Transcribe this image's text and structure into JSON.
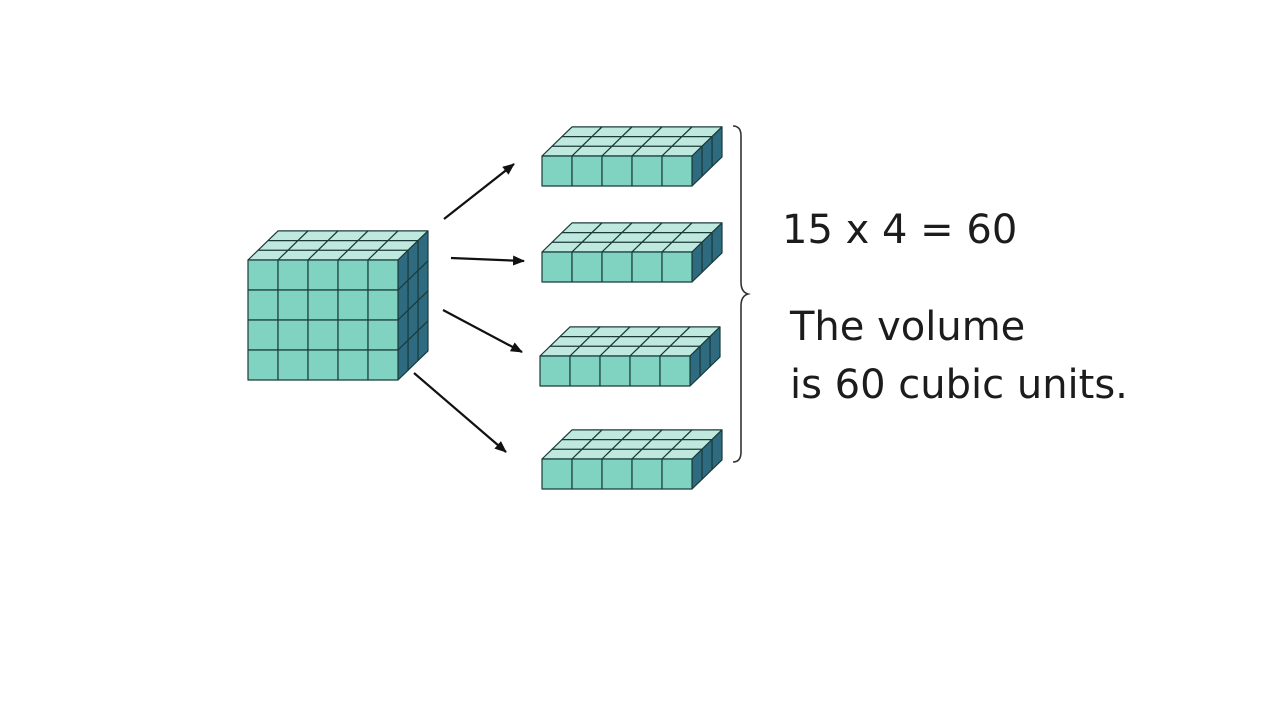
{
  "equation": "15 x 4 = 60",
  "statement": {
    "line1": "The volume",
    "line2": "is 60 cubic units."
  },
  "figure": {
    "prism": {
      "columns": 5,
      "rows": 4,
      "depth": 3
    },
    "layers": {
      "count": 4,
      "columns": 5,
      "rows": 1,
      "depth": 3
    },
    "colors": {
      "front": "#7fd3c0",
      "top": "#bfe9de",
      "side": "#2e6b80",
      "stroke": "#1b3b3b",
      "arrow": "#111111",
      "brace": "#333333"
    }
  }
}
